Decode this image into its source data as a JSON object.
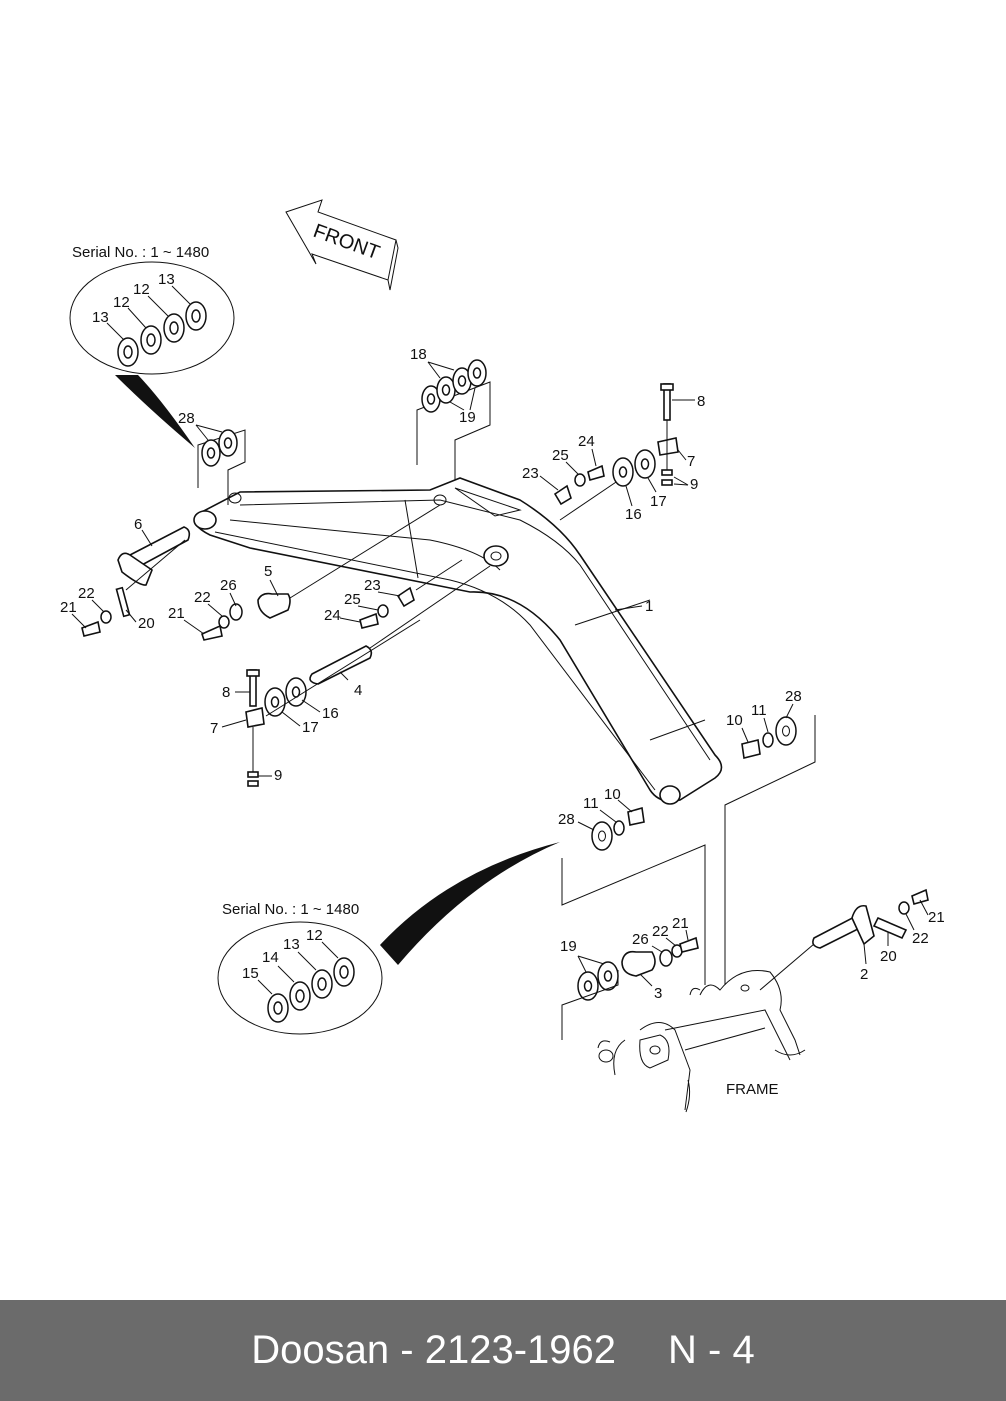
{
  "footer": {
    "brand": "Doosan - 2123-1962",
    "page": "N - 4"
  },
  "direction": {
    "label": "FRONT"
  },
  "frame_label": "FRAME",
  "inset_top": {
    "title": "Serial No. : 1 ~ 1480",
    "labels": [
      "13",
      "12",
      "12",
      "13"
    ]
  },
  "inset_bottom": {
    "title": "Serial No. : 1 ~ 1480",
    "labels": [
      "15",
      "14",
      "13",
      "12"
    ]
  },
  "callouts": {
    "c1": "1",
    "c2": "2",
    "c3": "3",
    "c4": "4",
    "c5": "5",
    "c6": "6",
    "c7a": "7",
    "c7b": "7",
    "c8a": "8",
    "c8b": "8",
    "c9a": "9",
    "c9b": "9",
    "c10a": "10",
    "c10b": "10",
    "c11a": "11",
    "c11b": "11",
    "c16a": "16",
    "c16b": "16",
    "c17a": "17",
    "c17b": "17",
    "c18": "18",
    "c19a": "19",
    "c19b": "19",
    "c20a": "20",
    "c20b": "20",
    "c21a": "21",
    "c21b": "21",
    "c21c": "21",
    "c21d": "21",
    "c22a": "22",
    "c22b": "22",
    "c22c": "22",
    "c22d": "22",
    "c23a": "23",
    "c23b": "23",
    "c24a": "24",
    "c24b": "24",
    "c25a": "25",
    "c25b": "25",
    "c26a": "26",
    "c26b": "26",
    "c28a": "28",
    "c28b": "28",
    "c28c": "28"
  }
}
